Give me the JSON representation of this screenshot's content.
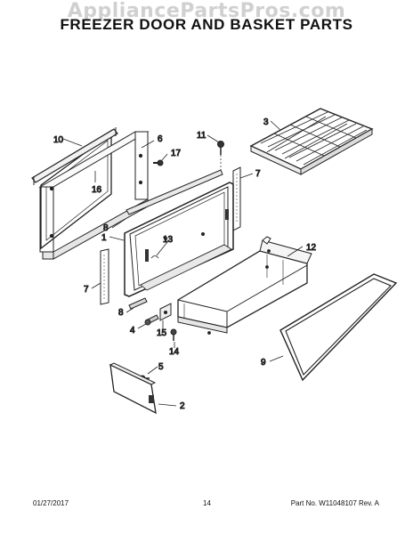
{
  "watermark": "AppliancePartsPros.com",
  "title": "FREEZER DOOR AND BASKET PARTS",
  "callouts": {
    "c1": "1",
    "c2": "2",
    "c3": "3",
    "c4": "4",
    "c5": "5",
    "c6": "6",
    "c7a": "7",
    "c7b": "7",
    "c8a": "8",
    "c8b": "8",
    "c9": "9",
    "c10": "10",
    "c11": "11",
    "c12": "12",
    "c13": "13",
    "c14": "14",
    "c15": "15",
    "c16": "16",
    "c17": "17"
  },
  "footer": {
    "date": "01/27/2017",
    "page": "14",
    "part_no": "Part No. W11048107  Rev. A"
  }
}
